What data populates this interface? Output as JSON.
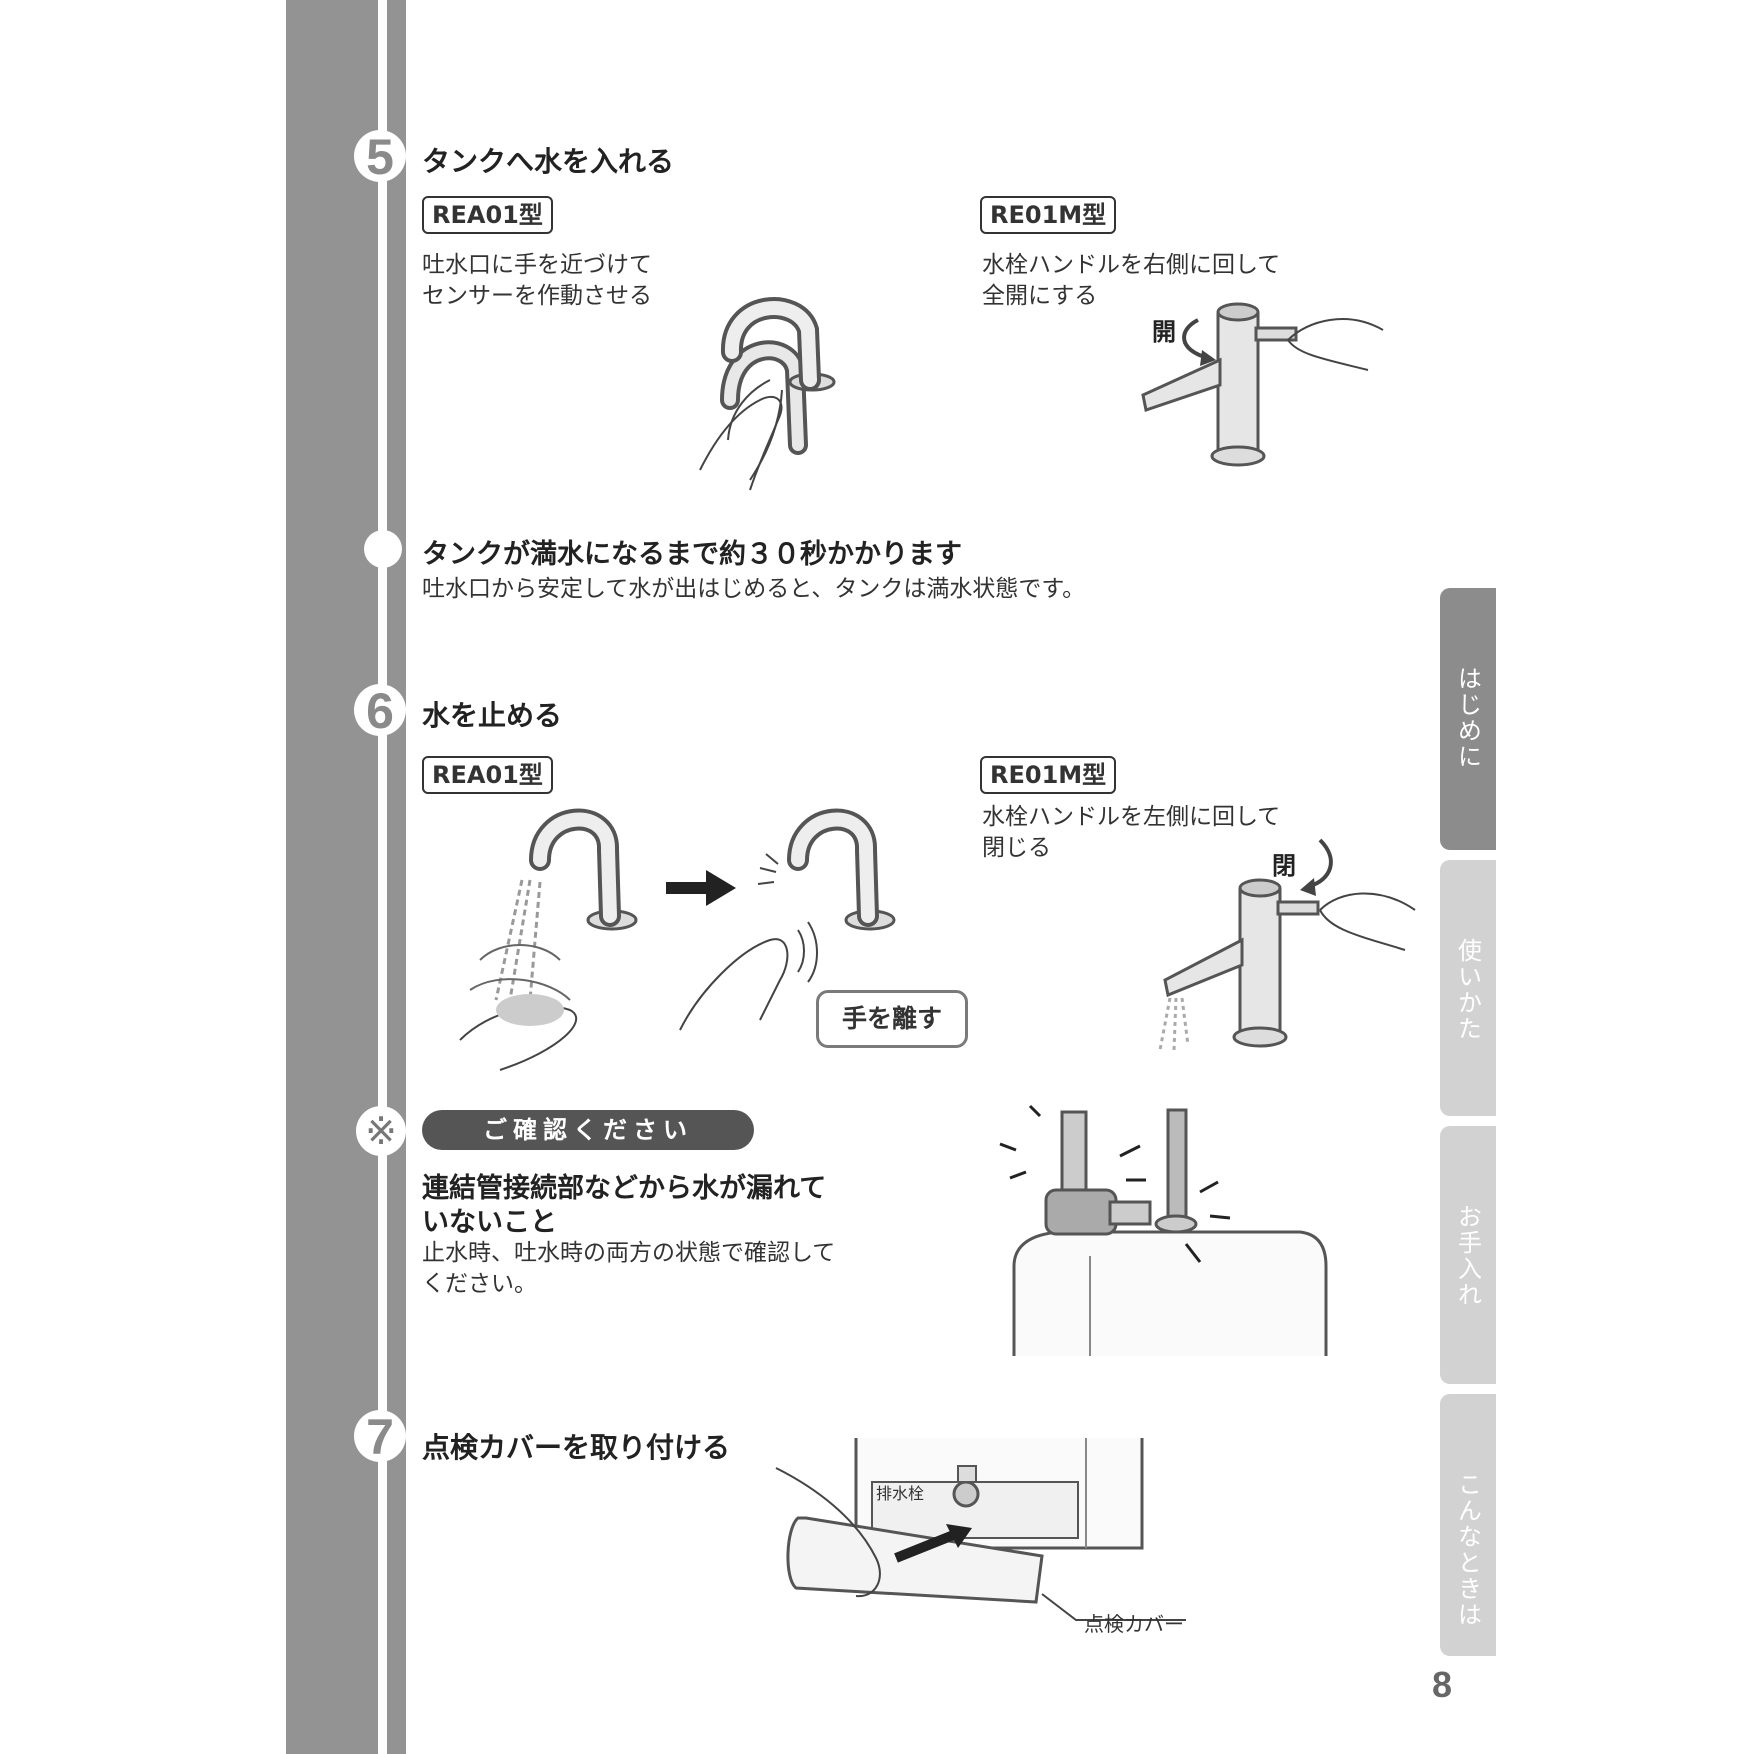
{
  "steps": {
    "s5": {
      "num": "5",
      "title": "タンクへ水を入れる"
    },
    "s6": {
      "num": "6",
      "title": "水を止める"
    },
    "s7": {
      "num": "7",
      "title": "点検カバーを取り付ける"
    }
  },
  "models": {
    "a": "REA01型",
    "m": "RE01M型"
  },
  "fill": {
    "a_line1": "吐水口に手を近づけて",
    "a_line2": "センサーを作動させる",
    "m_line1": "水栓ハンドルを右側に回して",
    "m_line2": "全開にする",
    "open_label": "開"
  },
  "wait": {
    "title": "タンクが満水になるまで約３０秒かかります",
    "body": "吐水口から安定して水が出はじめると、タンクは満水状態です。"
  },
  "stop": {
    "m_line1": "水栓ハンドルを左側に回して",
    "m_line2": "閉じる",
    "close_label": "閉",
    "bubble": "手を離す"
  },
  "check": {
    "symbol": "※",
    "pill": "ご確認ください",
    "title_line1": "連結管接続部などから水が漏れて",
    "title_line2": "いないこと",
    "body_line1": "止水時、吐水時の両方の状態で確認して",
    "body_line2": "ください。"
  },
  "cover": {
    "drain_label": "排水栓",
    "cover_label": "点検カバー"
  },
  "tabs": [
    "はじめに",
    "使いかた",
    "お手入れ",
    "こんなときは"
  ],
  "page_number": "8"
}
